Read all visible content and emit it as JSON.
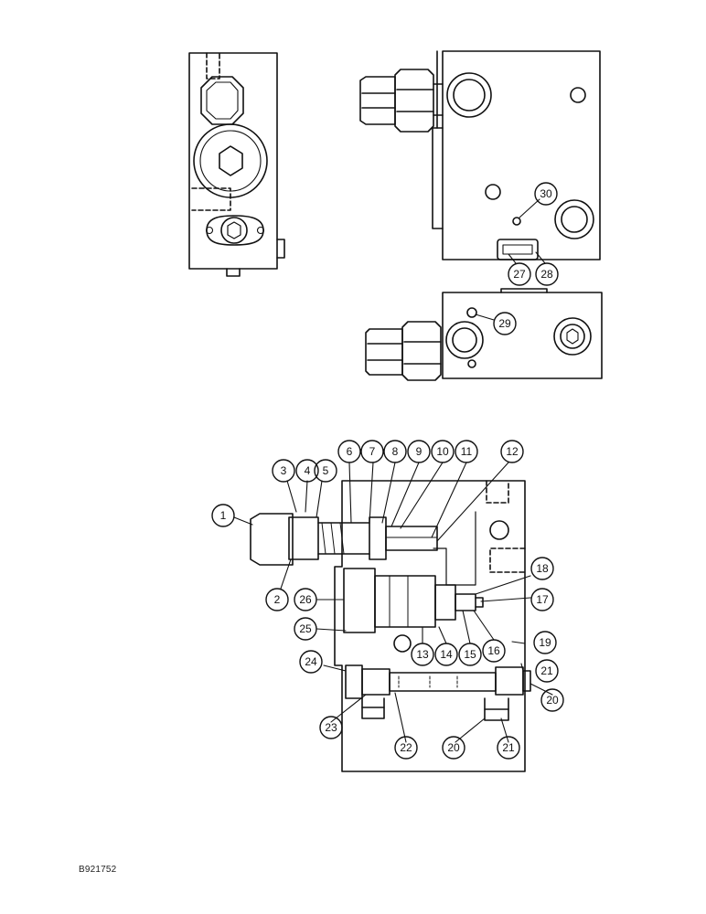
{
  "figure_id": "B921752",
  "callouts": [
    {
      "id": "c1",
      "label": "1"
    },
    {
      "id": "c2",
      "label": "2"
    },
    {
      "id": "c3",
      "label": "3"
    },
    {
      "id": "c4",
      "label": "4"
    },
    {
      "id": "c5",
      "label": "5"
    },
    {
      "id": "c6",
      "label": "6"
    },
    {
      "id": "c7",
      "label": "7"
    },
    {
      "id": "c8",
      "label": "8"
    },
    {
      "id": "c9",
      "label": "9"
    },
    {
      "id": "c10",
      "label": "10"
    },
    {
      "id": "c11",
      "label": "11"
    },
    {
      "id": "c12",
      "label": "12"
    },
    {
      "id": "c13",
      "label": "13"
    },
    {
      "id": "c14",
      "label": "14"
    },
    {
      "id": "c15",
      "label": "15"
    },
    {
      "id": "c16",
      "label": "16"
    },
    {
      "id": "c17",
      "label": "17"
    },
    {
      "id": "c18",
      "label": "18"
    },
    {
      "id": "c19",
      "label": "19"
    },
    {
      "id": "c20a",
      "label": "20"
    },
    {
      "id": "c20b",
      "label": "20"
    },
    {
      "id": "c21a",
      "label": "21"
    },
    {
      "id": "c21b",
      "label": "21"
    },
    {
      "id": "c22",
      "label": "22"
    },
    {
      "id": "c23",
      "label": "23"
    },
    {
      "id": "c24",
      "label": "24"
    },
    {
      "id": "c25",
      "label": "25"
    },
    {
      "id": "c26",
      "label": "26"
    },
    {
      "id": "c27",
      "label": "27"
    },
    {
      "id": "c28",
      "label": "28"
    },
    {
      "id": "c29",
      "label": "29"
    },
    {
      "id": "c30",
      "label": "30"
    }
  ]
}
